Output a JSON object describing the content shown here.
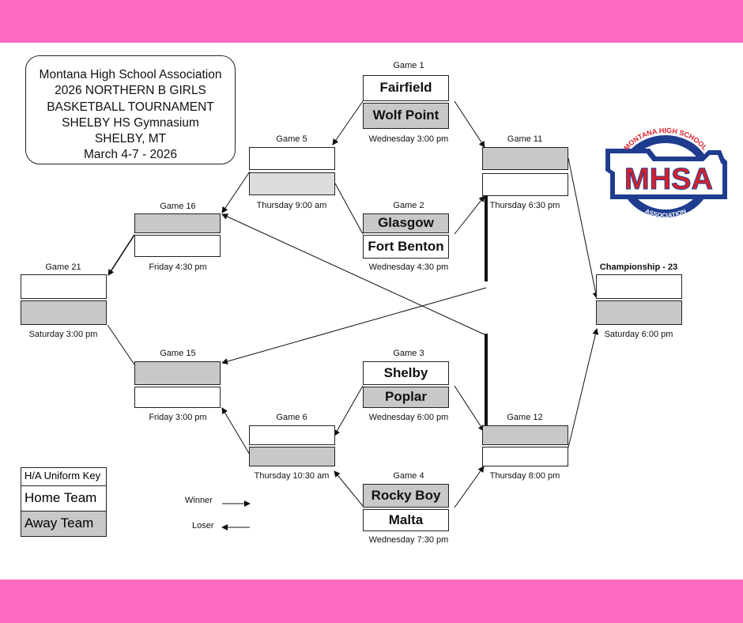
{
  "header": {
    "lines": [
      "Montana High School Association",
      "2026 NORTHERN B GIRLS",
      "BASKETBALL TOURNAMENT",
      "SHELBY HS Gymnasium",
      "SHELBY, MT",
      "March 4-7 - 2026"
    ]
  },
  "games": {
    "g1": {
      "label": "Game 1",
      "home": "Fairfield",
      "away": "Wolf Point",
      "time": "Wednesday 3:00 pm"
    },
    "g2": {
      "label": "Game 2",
      "home": "Glasgow",
      "away": "Fort Benton",
      "time": "Wednesday 4:30 pm"
    },
    "g3": {
      "label": "Game 3",
      "home": "Shelby",
      "away": "Poplar",
      "time": "Wednesday 6:00 pm"
    },
    "g4": {
      "label": "Game 4",
      "home": "Rocky Boy",
      "away": "Malta",
      "time": "Wednesday 7:30 pm"
    },
    "g5": {
      "label": "Game 5",
      "time": "Thursday 9:00 am"
    },
    "g6": {
      "label": "Game 6",
      "time": "Thursday 10:30 am"
    },
    "g11": {
      "label": "Game 11",
      "time": "Thursday 6:30 pm"
    },
    "g12": {
      "label": "Game 12",
      "time": "Thursday 8:00 pm"
    },
    "g15": {
      "label": "Game 15",
      "time": "Friday 3:00 pm"
    },
    "g16": {
      "label": "Game 16",
      "time": "Friday 4:30 pm"
    },
    "g21": {
      "label": "Game 21",
      "time": "Saturday 3:00 pm"
    },
    "g23": {
      "label": "Championship - 23",
      "time": "Saturday 6:00 pm"
    }
  },
  "uniform_key": {
    "title": "H/A Uniform Key",
    "home": "Home Team",
    "away": "Away Team"
  },
  "legend": {
    "winner": "Winner",
    "loser": "Loser"
  },
  "logo": {
    "top_text": "MONTANA HIGH SCHOOL",
    "main_text": "MHSA",
    "bottom_text": "ASSOCIATION"
  },
  "colors": {
    "band": "#ff6ac1",
    "away_fill": "#c8c8c8",
    "logo_red": "#d8202a",
    "logo_blue": "#1f3d8f"
  }
}
